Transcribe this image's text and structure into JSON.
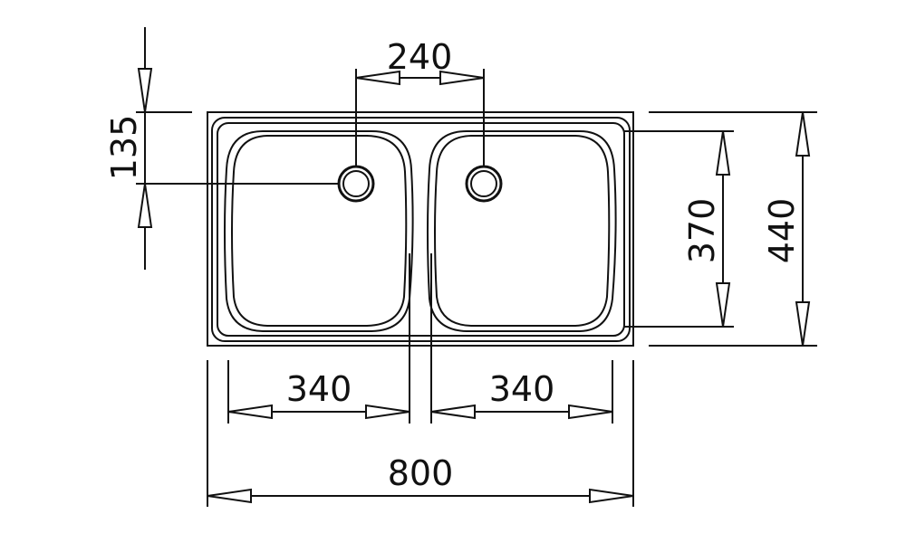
{
  "drawing": {
    "subject": "double bowl sink",
    "dimensions": {
      "drain_spacing": "240",
      "drain_offset": "135",
      "bowl_left_width": "340",
      "bowl_right_width": "340",
      "overall_width": "800",
      "bowl_depth": "370",
      "overall_depth": "440"
    }
  },
  "colors": {
    "line": "#111111",
    "background": "#ffffff"
  }
}
